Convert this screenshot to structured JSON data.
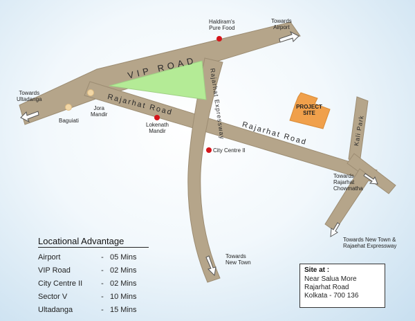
{
  "roads": {
    "vip_road": "VIP ROAD",
    "rajarhat_road_left": "Rajarhat Road",
    "rajarhat_road_right": "Rajarhat Road",
    "rajarhat_expressway": "Rajarhat Expressway",
    "kali_park": "Kali Park"
  },
  "places": {
    "haldirams": "Haldiram's\nPure Food",
    "towards_airport": "Towards\nAirport",
    "towards_ultadanga": "Towards\nUltadanga",
    "baguiati": "Baguiati",
    "jora_mandir": "Jora\nMandir",
    "lokenath_mandir": "Lokenath\nMandir",
    "city_centre": "City Centre II",
    "project_site": "PROJECT\nSITE",
    "towards_rajarhat_chowmatha": "Towards\nRajarhat\nChowmatha",
    "towards_new_town_expressway": "Towards New Town &\nRajaehat Expressway",
    "towards_new_town": "Towards\nNew Town"
  },
  "advantage": {
    "title": "Locational Advantage",
    "rows": [
      {
        "place": "Airport",
        "dash": "-",
        "time": "05 Mins"
      },
      {
        "place": "VIP Road",
        "dash": "-",
        "time": "02 Mins"
      },
      {
        "place": "City Centre II",
        "dash": "-",
        "time": "02 Mins"
      },
      {
        "place": "Sector V",
        "dash": "-",
        "time": "10 Mins"
      },
      {
        "place": "Ultadanga",
        "dash": "-",
        "time": "15 Mins"
      }
    ]
  },
  "site": {
    "heading": "Site at :",
    "line1": "Near Salua More",
    "line2": "Rajarhat Road",
    "line3": "Kolkata - 700 136"
  },
  "colors": {
    "road": "#b5a58a",
    "road_edge": "#9c8c72",
    "park": "#b4eb96",
    "project": "#f0a04b",
    "marker": "#d4151b"
  }
}
